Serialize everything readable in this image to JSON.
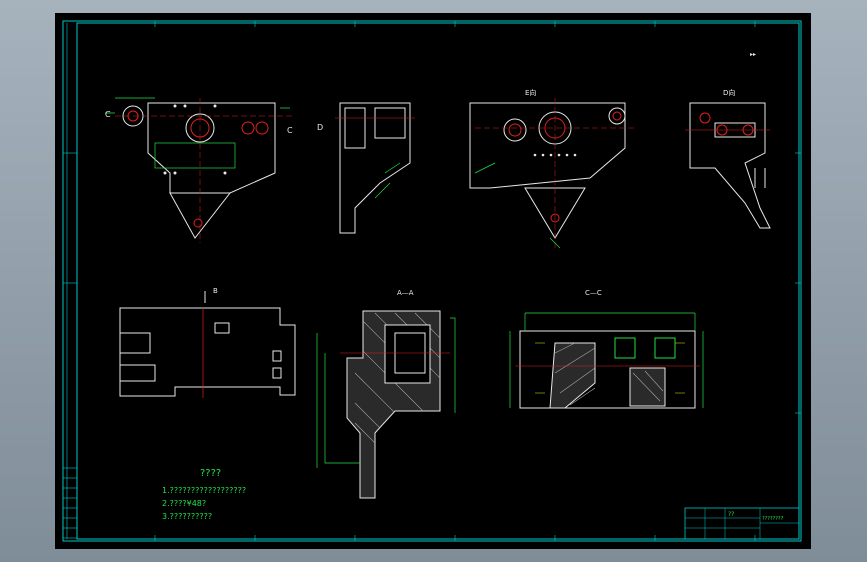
{
  "colors": {
    "background": "#000000",
    "frame": "#00c8c8",
    "outline": "#e8e8e8",
    "dimension": "#22e046",
    "centerline": "#e02020",
    "hidden": "#c8c800"
  },
  "views": {
    "top_view_label": "E向",
    "right_view_label": "D向",
    "left_marker": "C",
    "right_marker": "C",
    "side_marker": "D",
    "b_view_label": "B",
    "a_section_label": "A—A",
    "c_section_label": "C—C"
  },
  "notes": {
    "title": "????",
    "line1": "1.??????????????????",
    "line2": "2.????¥48?",
    "line3": "3.??????????"
  },
  "title_block": {
    "name": "??",
    "drawing_no": "????????"
  }
}
